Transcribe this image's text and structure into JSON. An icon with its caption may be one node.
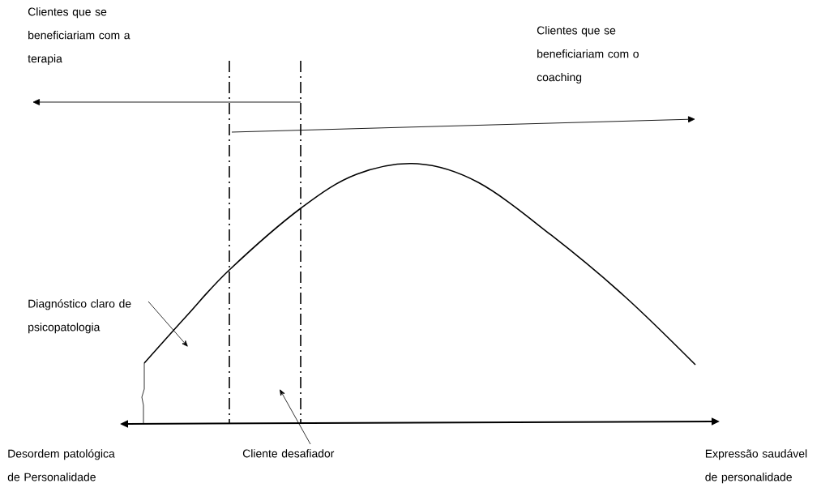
{
  "diagram": {
    "nodes": [
      {
        "text": [
          "Diagnóstico claro de psicopatologia"
        ]
      },
      {
        "text": [
          "Cliente desafiador"
        ]
      }
    ],
    "edges": [
      {
        "from": 0,
        "to": null,
        "arrow": "to"
      },
      {
        "from": 1,
        "to": null,
        "arrow": "to"
      }
    ],
    "labels": [
      "Clientes que se beneficiariam com a terapia",
      "Clientes que se beneficiariam com o coaching",
      "Desordem patológica de Personalidade",
      "Expressão saudável de personalidade"
    ]
  }
}
